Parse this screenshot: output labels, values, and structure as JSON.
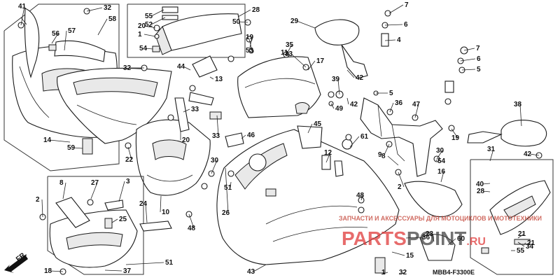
{
  "diagram": {
    "code": "MBB4-F3300E",
    "direction_label": "FR.",
    "watermark_top": "ЗАПЧАСТИ И АКСЕССУАРЫ ДЛЯ МОТОЦИКЛОВ И МОТОТЕХНИКИ",
    "watermark_brand_a": "PARTS",
    "watermark_brand_b": "POINT",
    "watermark_domain": ".RU",
    "brand_color": "#e03a3a"
  },
  "labels": [
    "41",
    "32",
    "58",
    "56",
    "57",
    "14",
    "59",
    "32",
    "7",
    "55",
    "52",
    "28",
    "20",
    "1",
    "54",
    "44",
    "17",
    "29",
    "7",
    "6",
    "5",
    "4",
    "6",
    "5",
    "36",
    "47",
    "36",
    "42",
    "42",
    "35",
    "33",
    "12",
    "13",
    "18",
    "45",
    "50",
    "42",
    "30",
    "38",
    "31",
    "53",
    "19",
    "8",
    "27",
    "3",
    "24",
    "25",
    "61",
    "26",
    "2",
    "34",
    "51",
    "23",
    "22",
    "40",
    "28",
    "20",
    "10",
    "9",
    "46",
    "11",
    "33",
    "33",
    "49",
    "39",
    "19",
    "8",
    "30",
    "48",
    "37",
    "43",
    "15",
    "60",
    "16",
    "21",
    "21",
    "55",
    "51",
    "54",
    "2",
    "48",
    "1",
    "32"
  ]
}
